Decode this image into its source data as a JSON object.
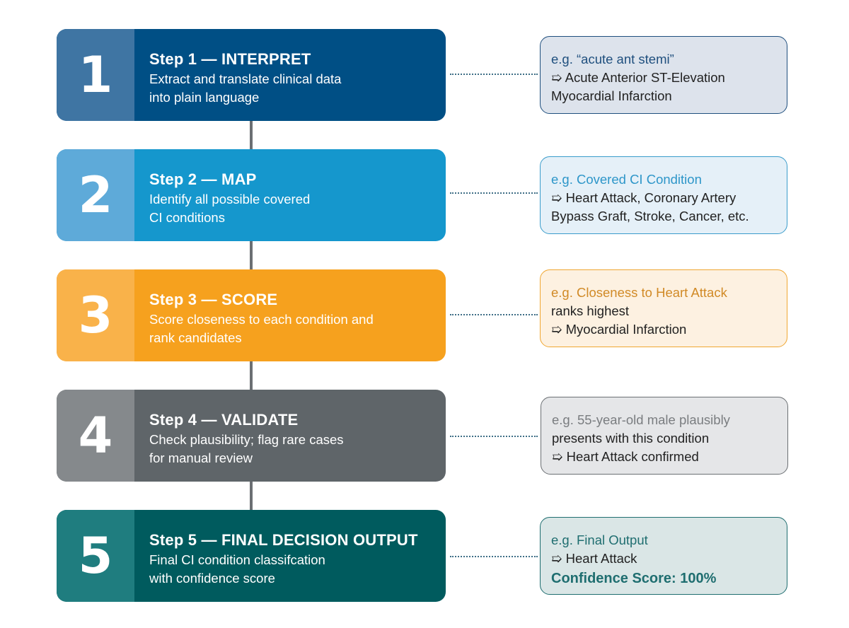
{
  "steps": [
    {
      "number": "1",
      "title": "Step 1 — INTERPRET",
      "description": "Extract and translate clinical data\ninto plain language",
      "color": "#004f85",
      "num_color": "#3f75a3"
    },
    {
      "number": "2",
      "title": "Step 2 — MAP",
      "description": "Identify all possible covered\nCI conditions",
      "color": "#1597cd",
      "num_color": "#5eaad9"
    },
    {
      "number": "3",
      "title": "Step 3 — SCORE",
      "description": "Score closeness to each condition and\nrank candidates",
      "color": "#f6a11e",
      "num_color": "#f9b24a"
    },
    {
      "number": "4",
      "title": "Step 4 — VALIDATE",
      "description": "Check plausibility; flag rare cases\nfor manual review",
      "color": "#5f6569",
      "num_color": "#85898c"
    },
    {
      "number": "5",
      "title": "Step 5 — FINAL DECISION OUTPUT",
      "description": "Final CI condition classifcation\nwith confidence score",
      "color": "#005b5e",
      "num_color": "#1f7d7f"
    }
  ],
  "examples": [
    {
      "lead": "e.g. “acute ant stemi”",
      "lines": [
        "➯ Acute Anterior ST-Elevation",
        "Myocardial Infarction"
      ],
      "bg": "#dde3ec",
      "border": "#1f4f7e",
      "lead_color": "#1f4f7e"
    },
    {
      "lead": "e.g. Covered CI Condition",
      "lines": [
        "➯ Heart Attack, Coronary Artery",
        "Bypass Graft, Stroke, Cancer, etc."
      ],
      "bg": "#e5f0f8",
      "border": "#3a9ccb",
      "lead_color": "#2d96c9"
    },
    {
      "lead": "e.g. Closeness to Heart Attack",
      "lines": [
        "ranks highest",
        "➯ Myocardial Infarction"
      ],
      "bg": "#fdf1e1",
      "border": "#f0a732",
      "lead_color": "#d18a26"
    },
    {
      "lead": "e.g. 55-year-old male plausibly",
      "lines": [
        "presents with this condition",
        "➯ Heart Attack confirmed"
      ],
      "bg": "#e5e6e8",
      "border": "#6b6f73",
      "lead_color": "#7a7d80"
    },
    {
      "lead": "e.g. Final Output",
      "lines": [
        "➯ Heart Attack"
      ],
      "score": "Confidence Score: 100%",
      "bg": "#dae6e6",
      "border": "#1f6e70",
      "lead_color": "#1f6e70"
    }
  ]
}
